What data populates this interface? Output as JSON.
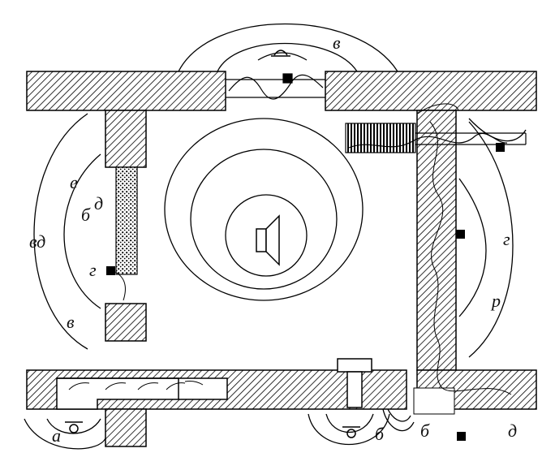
{
  "diagram": {
    "labels": {
      "top_v": "в",
      "left_e": "е",
      "left_d": "д",
      "left_b": "б",
      "left_vd": "вд",
      "left_g": "г",
      "left_v_bottom": "в",
      "right_g": "г",
      "right_p": "p",
      "bottom_a": "а",
      "bottom_b1": "б",
      "bottom_b2": "б",
      "bottom_d": "д"
    },
    "colors": {
      "wall_hatch": "#000000",
      "background": "#ffffff",
      "stroke": "#000000"
    },
    "icons": [
      "speaker-icon",
      "microphone-icon",
      "sensor-icon"
    ]
  }
}
